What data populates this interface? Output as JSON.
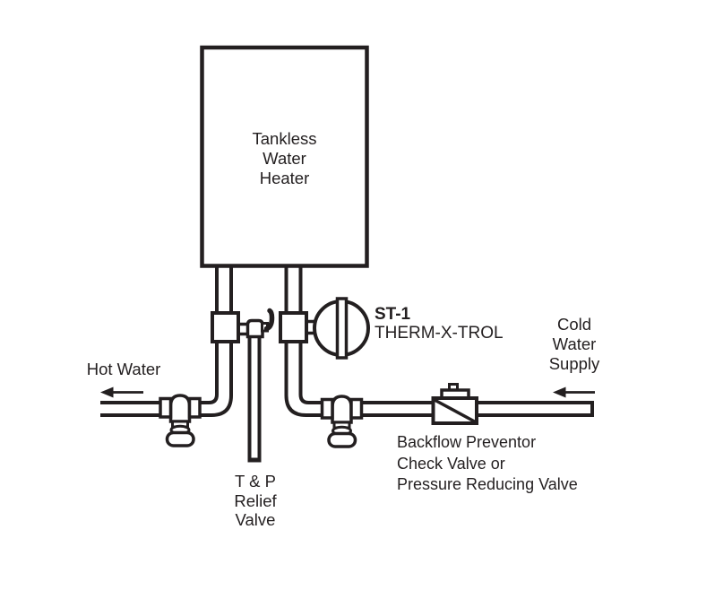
{
  "diagram": {
    "ink_color": "#231f20",
    "background_color": "#ffffff",
    "heater": {
      "lines": [
        "Tankless",
        "Water",
        "Heater"
      ]
    },
    "hot_water": {
      "label": "Hot Water"
    },
    "cold_water": {
      "lines": [
        "Cold",
        "Water",
        "Supply"
      ]
    },
    "expansion_tank": {
      "model": "ST-1",
      "product": "THERM-X-TROL"
    },
    "backflow_preventer": {
      "lines": [
        "Backflow Preventor",
        "Check Valve or",
        "Pressure Reducing Valve"
      ]
    },
    "tp_relief_valve": {
      "lines": [
        "T & P",
        "Relief",
        "Valve"
      ]
    }
  }
}
